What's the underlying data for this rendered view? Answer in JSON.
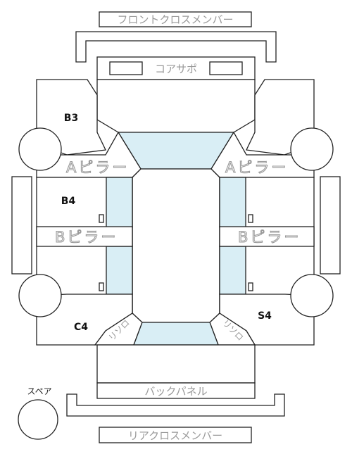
{
  "labels": {
    "front_cross_member": "フロントクロスメンバー",
    "core_support": "コアサポ",
    "a_pillar": "Aピラー",
    "b_pillar": "Bピラー",
    "back_panel": "バックパネル",
    "rear_cross_member": "リアクロスメンバー",
    "spare": "スペア",
    "side_member": "リソロ"
  },
  "codes": {
    "front_left": "B3",
    "middle_left": "B4",
    "rear_left": "C4",
    "rear_right": "S4"
  },
  "colors": {
    "glass": "#d9eef5",
    "label": "#9a9a9a",
    "line": "#222222"
  }
}
